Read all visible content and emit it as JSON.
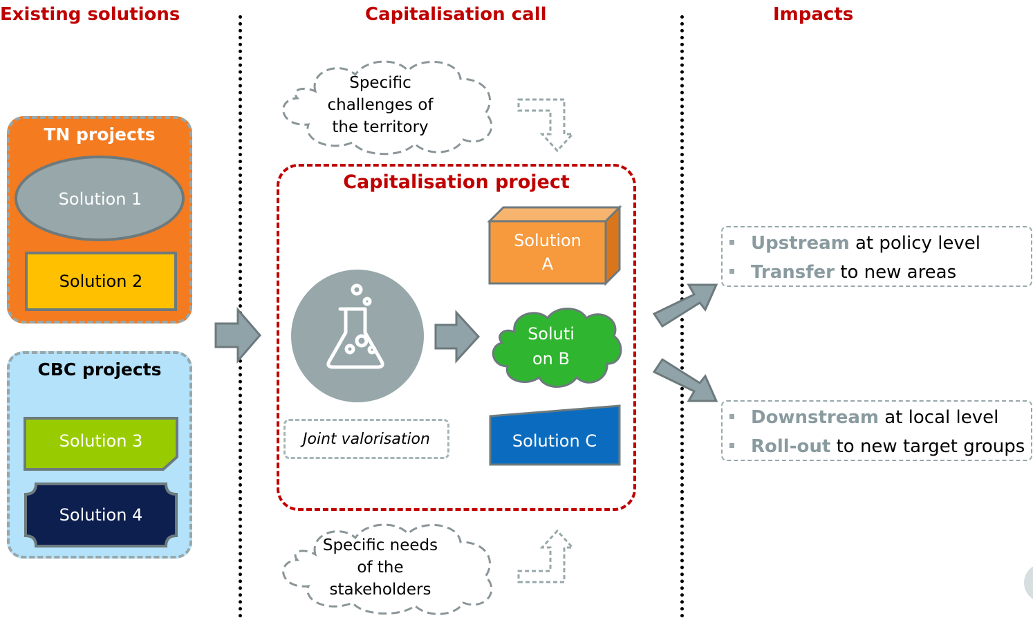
{
  "headings": {
    "existing": "Existing solutions",
    "call": "Capitalisation call",
    "impacts": "Impacts"
  },
  "tn_projects": {
    "title": "TN projects",
    "solution1": "Solution 1",
    "solution2": "Solution 2"
  },
  "cbc_projects": {
    "title": "CBC projects",
    "solution3": "Solution 3",
    "solution4": "Solution 4"
  },
  "clouds": {
    "challenges": [
      "Specific",
      "challenges of",
      "the territory"
    ],
    "needs": [
      "Specific needs",
      "of the",
      "stakeholders"
    ]
  },
  "capitalisation_project": {
    "title": "Capitalisation project",
    "joint_valorisation": "Joint valorisation",
    "solution_a": [
      "Solution",
      "A"
    ],
    "solution_b": [
      "Soluti",
      "on B"
    ],
    "solution_c": "Solution C",
    "lab_icon": "flask-icon"
  },
  "impacts": {
    "upper": [
      {
        "keyword": "Upstream",
        "rest": " at policy level"
      },
      {
        "keyword": "Transfer",
        "rest": " to new areas"
      }
    ],
    "lower": [
      {
        "keyword": "Downstream",
        "rest": " at local level"
      },
      {
        "keyword": "Roll-out",
        "rest": " to new target groups"
      }
    ]
  },
  "colors": {
    "heading": "#c00000",
    "tn_box": "#f47b20",
    "cbc_box": "#b3e2fa",
    "solution1": "#97a7aa",
    "solution2": "#ffc000",
    "solution3": "#99cc00",
    "solution4": "#0c1f4e",
    "solution_a": "#f79a3e",
    "solution_b": "#2fb52f",
    "solution_c": "#0b6cbf",
    "arrow": "#8fa3a8",
    "keyword": "#8a9ba0"
  }
}
